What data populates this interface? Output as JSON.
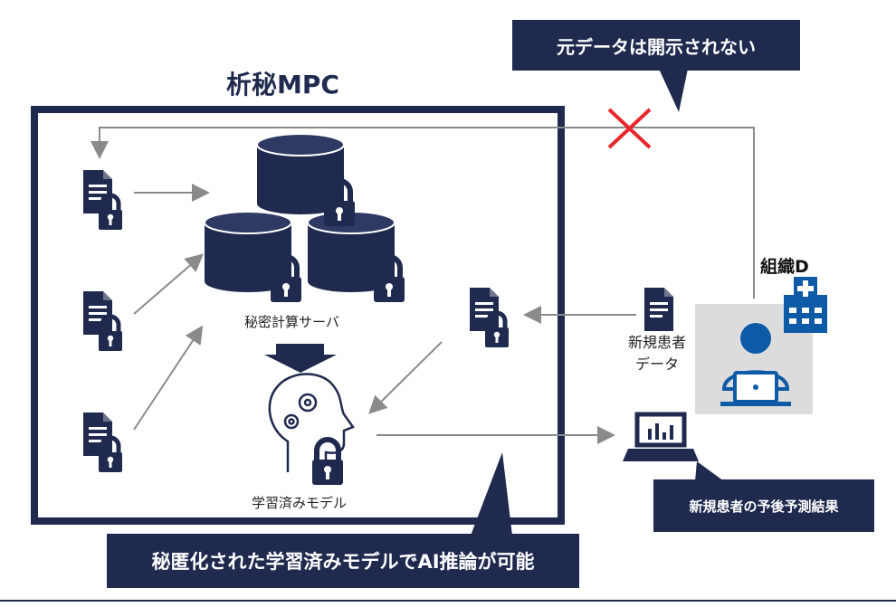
{
  "title": "析秘MPC",
  "callouts": {
    "top": "元データは開示されない",
    "bottom": "秘匿化された学習済みモデルでAI推論が可能",
    "result": "新規患者の予後予測結果"
  },
  "labels": {
    "server": "秘密計算サーバ",
    "model": "学習済みモデル",
    "org": "組織D",
    "new_data_line1": "新規患者",
    "new_data_line2": "データ"
  },
  "colors": {
    "navy": "#1f2a4e",
    "blue": "#0d5aa7",
    "gray_box": "#dcdcdc",
    "arrow": "#8a8a8a",
    "cross": "#e8262b"
  },
  "icons": [
    "document-lock-icon",
    "database-icon",
    "padlock-icon",
    "ai-head-gears-icon",
    "hospital-icon",
    "person-at-laptop-icon",
    "laptop-chart-icon",
    "cross-icon"
  ]
}
